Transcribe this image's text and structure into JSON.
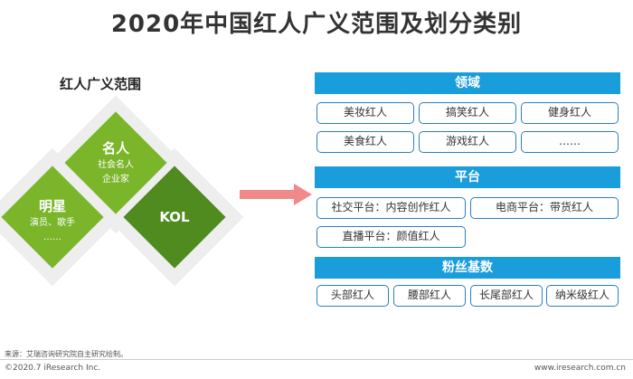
{
  "title": "2020年中国红人广义范围及划分类别",
  "scope_label": "红人广义范围",
  "diamonds": {
    "celebrity": {
      "title": "名人",
      "lines": [
        "社会名人",
        "企业家"
      ]
    },
    "star": {
      "title": "明星",
      "lines": [
        "演员、歌手",
        "……"
      ]
    },
    "kol": {
      "title": "KOL"
    }
  },
  "sections": {
    "domain": {
      "header": "领域",
      "items": [
        "美妆红人",
        "搞笑红人",
        "健身红人",
        "美食红人",
        "游戏红人",
        "……"
      ]
    },
    "platform": {
      "header": "平台",
      "items": [
        "社交平台：内容创作红人",
        "电商平台：带货红人",
        "直播平台：颜值红人"
      ]
    },
    "fans": {
      "header": "粉丝基数",
      "items": [
        "头部红人",
        "腰部红人",
        "长尾部红人",
        "纳米级红人"
      ]
    }
  },
  "footer": {
    "source": "来源：艾瑞咨询研究院自主研究绘制。",
    "copyright": "©2020.7 iResearch Inc.",
    "website": "www.iresearch.com.cn"
  },
  "colors": {
    "header_blue": "#1a9ddb",
    "pill_border": "#2a7fc2",
    "green_light": "#7ab52a",
    "green_dark": "#4f8b1f",
    "arrow_pink": "#f08a8a"
  }
}
